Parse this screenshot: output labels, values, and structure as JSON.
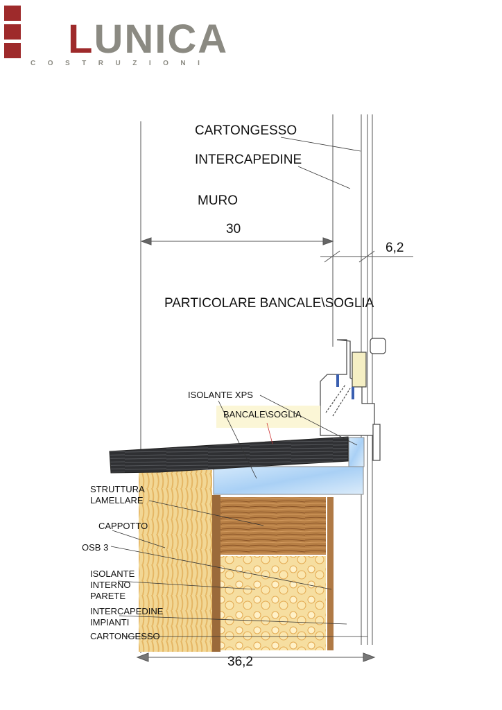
{
  "logo": {
    "brand": "LUNICA",
    "brand_initial": "L",
    "brand_rest": "UNICA",
    "subtitle": "COSTRUZIONI",
    "colors": {
      "red": "#9e2a2b",
      "gray": "#8b8a82"
    }
  },
  "title": "PARTICOLARE BANCALE\\SOGLIA",
  "top_labels": {
    "cartongesso": "CARTONGESSO",
    "intercapedine": "INTERCAPEDINE",
    "muro": "MURO"
  },
  "dimensions": {
    "wall": "30",
    "inner": "6,2",
    "total": "36,2"
  },
  "layer_labels": {
    "isolante_xps": "ISOLANTE XPS",
    "bancale_soglia": "BANCALE\\SOGLIA",
    "struttura_lamellare": [
      "STRUTTURA",
      "LAMELLARE"
    ],
    "cappotto": "CAPPOTTO",
    "osb": "OSB 3",
    "isolante_interno": [
      "ISOLANTE",
      "INTERNO",
      "PARETE"
    ],
    "intercapedine_impianti": [
      "INTERCAPEDINE",
      "IMPIANTI"
    ],
    "cartongesso": "CARTONGESSO"
  }
}
